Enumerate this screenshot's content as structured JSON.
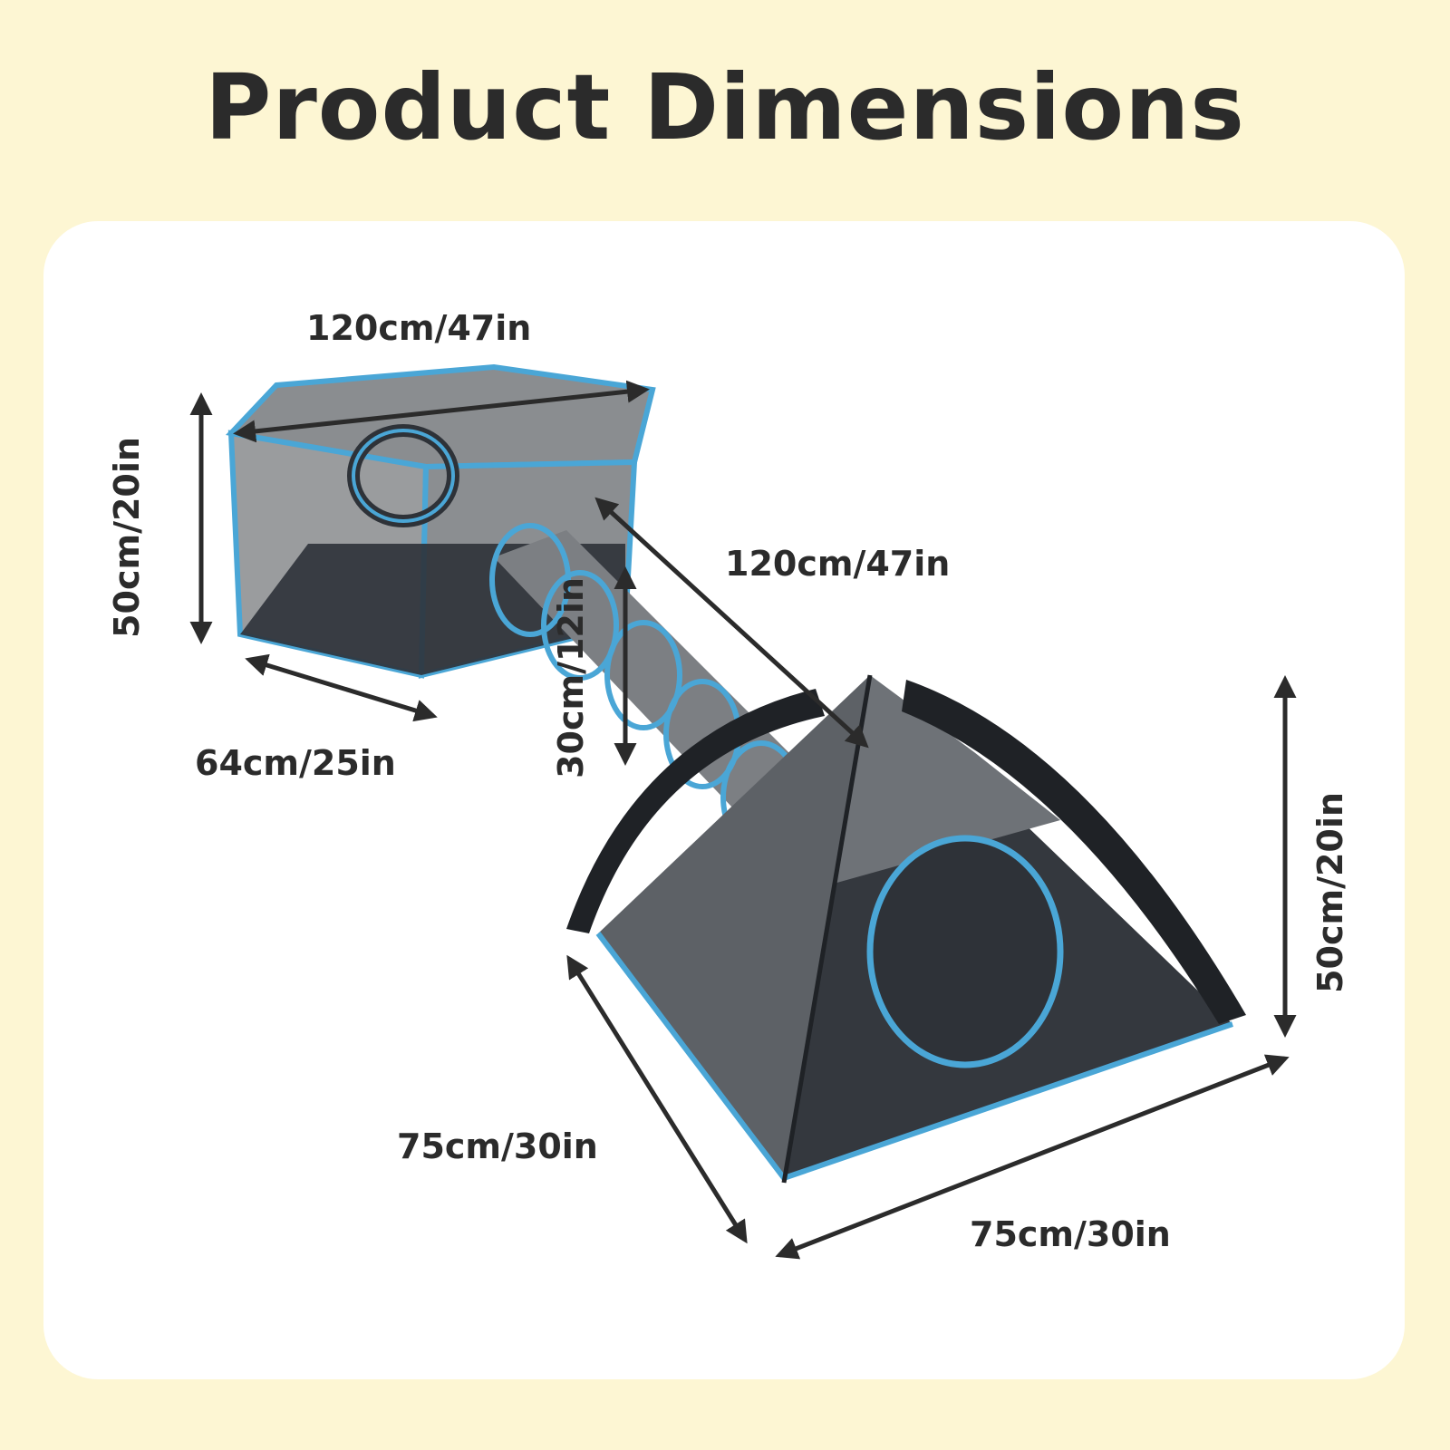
{
  "title": "Product Dimensions",
  "colors": {
    "background": "#fdf6d3",
    "card": "#ffffff",
    "trim_blue": "#4aa6d6",
    "fabric_dark": "#2e3238",
    "text": "#2b2b2b"
  },
  "dimensions": {
    "cube_length": "120cm/47in",
    "cube_height": "50cm/20in",
    "cube_depth": "64cm/25in",
    "tunnel_length": "120cm/47in",
    "tunnel_diameter": "30cm/12in",
    "tent_height": "50cm/20in",
    "tent_width": "75cm/30in",
    "tent_depth": "75cm/30in"
  }
}
